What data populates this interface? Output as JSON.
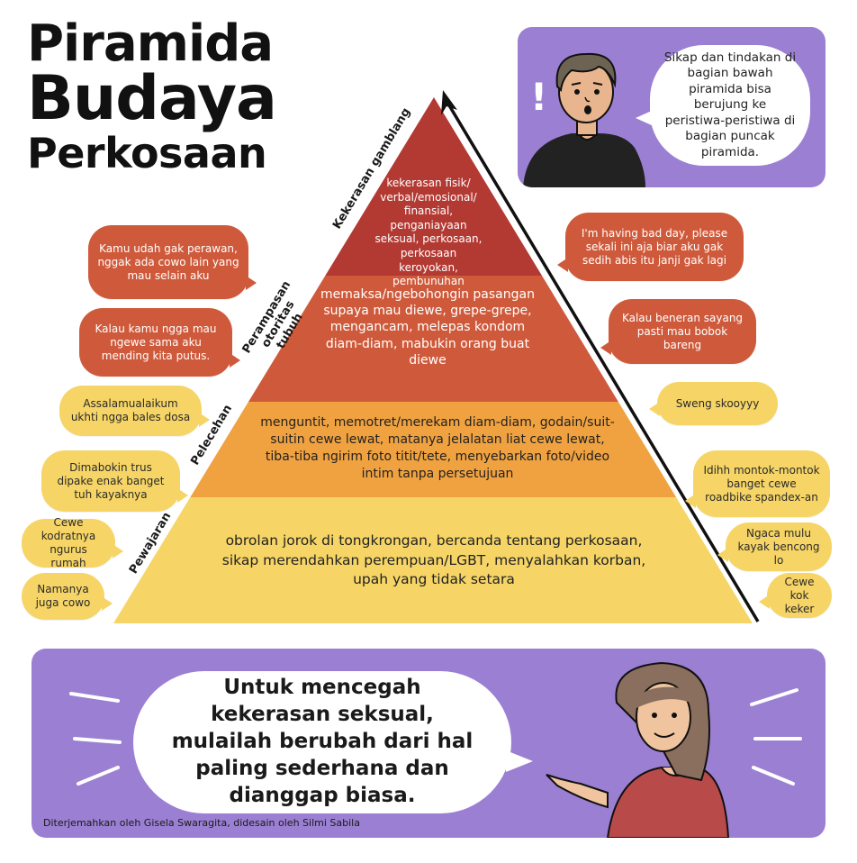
{
  "title": {
    "line1": "Piramida",
    "line2": "Budaya",
    "line3": "Perkosaan"
  },
  "top_callout": "Sikap dan tindakan di bagian bawah piramida bisa berujung ke peristiwa-peristiwa di bagian puncak piramida.",
  "top_exclaim": "!",
  "pyramid": {
    "levels": [
      {
        "label": "Kekerasan gamblang",
        "text": "kekerasan fisik/ verbal/emosional/ finansial, penganiayaan seksual, perkosaan, perkosaan keroyokan, pembunuhan"
      },
      {
        "label": "Perampasan otoritas tubuh",
        "text": "memaksa/ngebohongin pasangan supaya mau diewe, grepe-grepe, mengancam, melepas kondom diam-diam, mabukin orang buat diewe"
      },
      {
        "label": "Pelecehan",
        "text": "menguntit, memotret/merekam diam-diam, godain/suit-suitin cewe lewat, matanya jelalatan liat cewe lewat, tiba-tiba ngirim foto titit/tete, menyebarkan foto/video intim tanpa persetujuan"
      },
      {
        "label": "Pewajaran",
        "text": "obrolan jorok di tongkrongan, bercanda tentang perkosaan, sikap merendahkan perempuan/LGBT, menyalahkan korban, upah yang tidak setara"
      }
    ],
    "colors": [
      "#b33a33",
      "#cf5a3b",
      "#f0a240",
      "#f6d566"
    ]
  },
  "bubbles_left": [
    {
      "text": "Kamu udah gak perawan, nggak ada cowo lain yang mau selain aku",
      "tone": "dark"
    },
    {
      "text": "Kalau kamu ngga mau ngewe sama aku mending kita putus.",
      "tone": "dark"
    },
    {
      "text": "Assalamualaikum ukhti ngga bales dosa",
      "tone": "light"
    },
    {
      "text": "Dimabokin trus dipake enak banget tuh kayaknya",
      "tone": "light"
    },
    {
      "text": "Cewe kodratnya ngurus rumah",
      "tone": "light"
    },
    {
      "text": "Namanya juga cowo",
      "tone": "light"
    }
  ],
  "bubbles_right": [
    {
      "text": "I'm having bad day, please sekali ini aja biar aku gak sedih abis itu janji gak lagi",
      "tone": "dark"
    },
    {
      "text": "Kalau beneran sayang pasti mau bobok bareng",
      "tone": "dark"
    },
    {
      "text": "Sweng skooyyy",
      "tone": "light"
    },
    {
      "text": "Idihh montok-montok banget cewe roadbike spandex-an",
      "tone": "light"
    },
    {
      "text": "Ngaca mulu kayak bencong lo",
      "tone": "light"
    },
    {
      "text": "Cewe kok keker",
      "tone": "light"
    }
  ],
  "bottom_message": "Untuk mencegah kekerasan seksual, mulailah berubah dari hal paling sederhana dan dianggap biasa.",
  "credit": "Diterjemahkan oleh Gisela Swaragita, didesain oleh Silmi Sabila",
  "icons": [
    "upward-arrow-icon",
    "person-man-illustration",
    "person-woman-illustration",
    "burst-line-icon"
  ],
  "accent_colors": {
    "panel": "#9b7fd2",
    "dark_bubble": "#cf5a3b",
    "light_bubble": "#f6d566"
  }
}
